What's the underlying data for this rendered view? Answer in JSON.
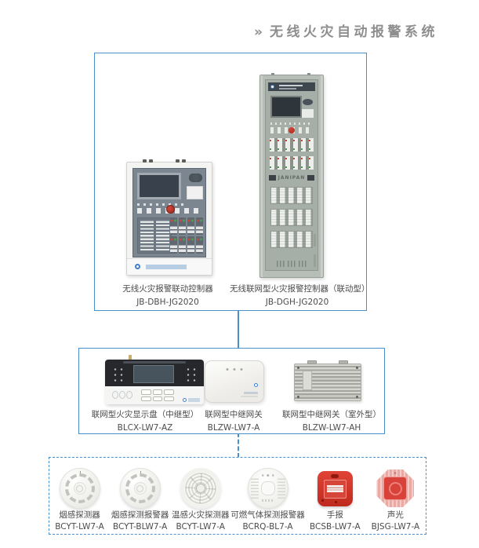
{
  "title": {
    "marker": "»",
    "text": "无线火灾自动报警系统"
  },
  "colors": {
    "accent_blue": "#4a90cd",
    "title_gray": "#8e8e8e",
    "label_gray": "#4b4b4b",
    "alarm_red": "#c9342a"
  },
  "groups": {
    "top": {
      "devices": [
        {
          "name": "无线火灾报警联动控制器",
          "model": "JB-DBH-JG2020"
        },
        {
          "name": "无线联网型火灾报警控制器（联动型）",
          "model": "JB-DGH-JG2020"
        }
      ]
    },
    "middle": {
      "devices": [
        {
          "name": "联网型火灾显示盘（中继型）",
          "model": "BLCX-LW7-AZ"
        },
        {
          "name": "联网型中继网关",
          "model": "BLZW-LW7-A"
        },
        {
          "name": "联网型中继网关（室外型）",
          "model": "BLZW-LW7-AH"
        }
      ]
    },
    "bottom": {
      "devices": [
        {
          "name": "烟感探测器",
          "model": "BCYT-LW7-A"
        },
        {
          "name": "烟感探测报警器",
          "model": "BCYT-BLW7-A"
        },
        {
          "name": "温感火灾探测器",
          "model": "BCYT-LW7-A"
        },
        {
          "name": "可燃气体探测报警器",
          "model": "BCRQ-BL7-A"
        },
        {
          "name": "手报",
          "model": "BCSB-LW7-A"
        },
        {
          "name": "声光",
          "model": "BJSG-LW7-A"
        }
      ]
    }
  },
  "cabinet": {
    "brand_text": "JANIPAN"
  }
}
